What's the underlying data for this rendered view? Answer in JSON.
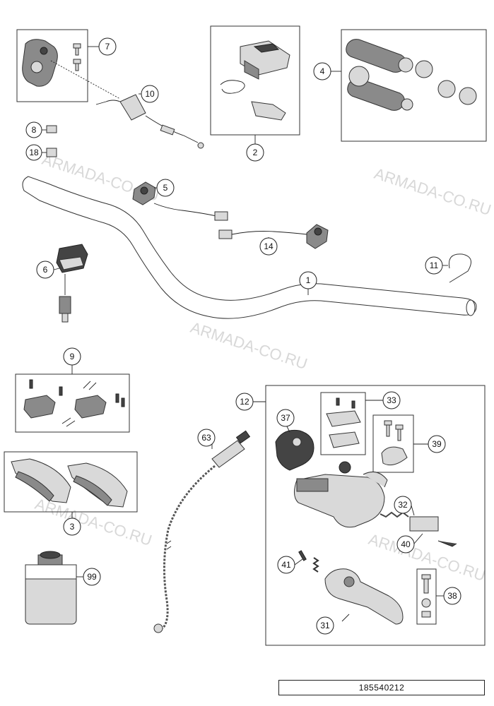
{
  "reference_number": "185540212",
  "watermark": "ARMADA-CO.RU",
  "callouts": {
    "c1": "1",
    "c2": "2",
    "c3": "3",
    "c4": "4",
    "c5": "5",
    "c6": "6",
    "c7": "7",
    "c8": "8",
    "c9": "9",
    "c10": "10",
    "c11": "11",
    "c12": "12",
    "c14": "14",
    "c18": "18",
    "c31": "31",
    "c32": "32",
    "c33": "33",
    "c37": "37",
    "c38": "38",
    "c39": "39",
    "c40": "40",
    "c41": "41",
    "c63": "63",
    "c99": "99"
  }
}
